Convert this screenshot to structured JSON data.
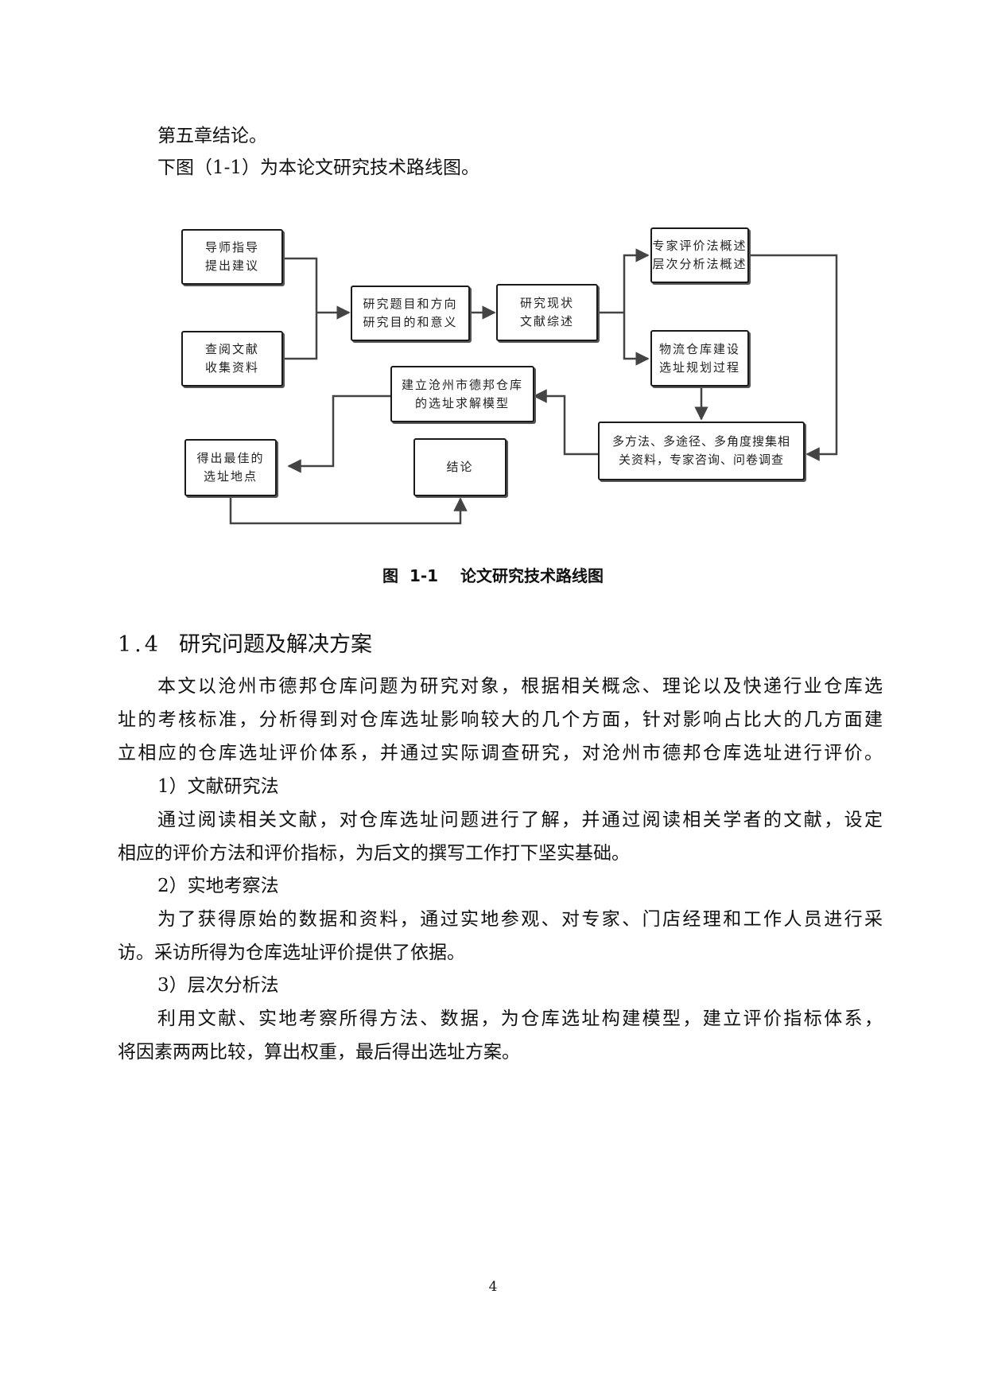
{
  "intro": {
    "line1": "第五章结论。",
    "line2": "下图（1-1）为本论文研究技术路线图。"
  },
  "figure": {
    "boxes": {
      "advisor": [
        "导师指导",
        "提出建议"
      ],
      "literature": [
        "查阅文献",
        "收集资料"
      ],
      "topic": [
        "研究题目和方向",
        "研究目的和意义"
      ],
      "review": [
        "研究现状",
        "文献综述"
      ],
      "methods": [
        "专家评价法概述",
        "层次分析法概述"
      ],
      "process": [
        "物流仓库建设",
        "选址规划过程"
      ],
      "model": [
        "建立沧州市德邦仓库",
        "的选址求解模型"
      ],
      "collect": [
        "多方法、多途径、多角度搜集相",
        "关资料，专家咨询、问卷调查"
      ],
      "best": [
        "得出最佳的",
        "选址地点"
      ],
      "conclusion": [
        "结论"
      ]
    },
    "caption": "图  1-1    论文研究技术路线图"
  },
  "section": {
    "number": "1.4",
    "title": "研究问题及解决方案"
  },
  "body": {
    "p1": [
      "本文以沧州市德邦仓库问题为研究对象，根据相关概念、理论以及快递行业仓库选",
      "址的考核标准，分析得到对仓库选址影响较大的几个方面，针对影响占比大的几方面建",
      "立相应的仓库选址评价体系，并通过实际调查研究，对沧州市德邦仓库选址进行评价。"
    ],
    "h1": "1）文献研究法",
    "p2": [
      "通过阅读相关文献，对仓库选址问题进行了解，并通过阅读相关学者的文献，设定",
      "相应的评价方法和评价指标，为后文的撰写工作打下坚实基础。"
    ],
    "h2": "2）实地考察法",
    "p3": [
      "为了获得原始的数据和资料，通过实地参观、对专家、门店经理和工作人员进行采",
      "访。采访所得为仓库选址评价提供了依据。"
    ],
    "h3": "3）层次分析法",
    "p4": [
      "利用文献、实地考察所得方法、数据，为仓库选址构建模型，建立评价指标体系，",
      "将因素两两比较，算出权重，最后得出选址方案。"
    ]
  },
  "page_number": "4"
}
